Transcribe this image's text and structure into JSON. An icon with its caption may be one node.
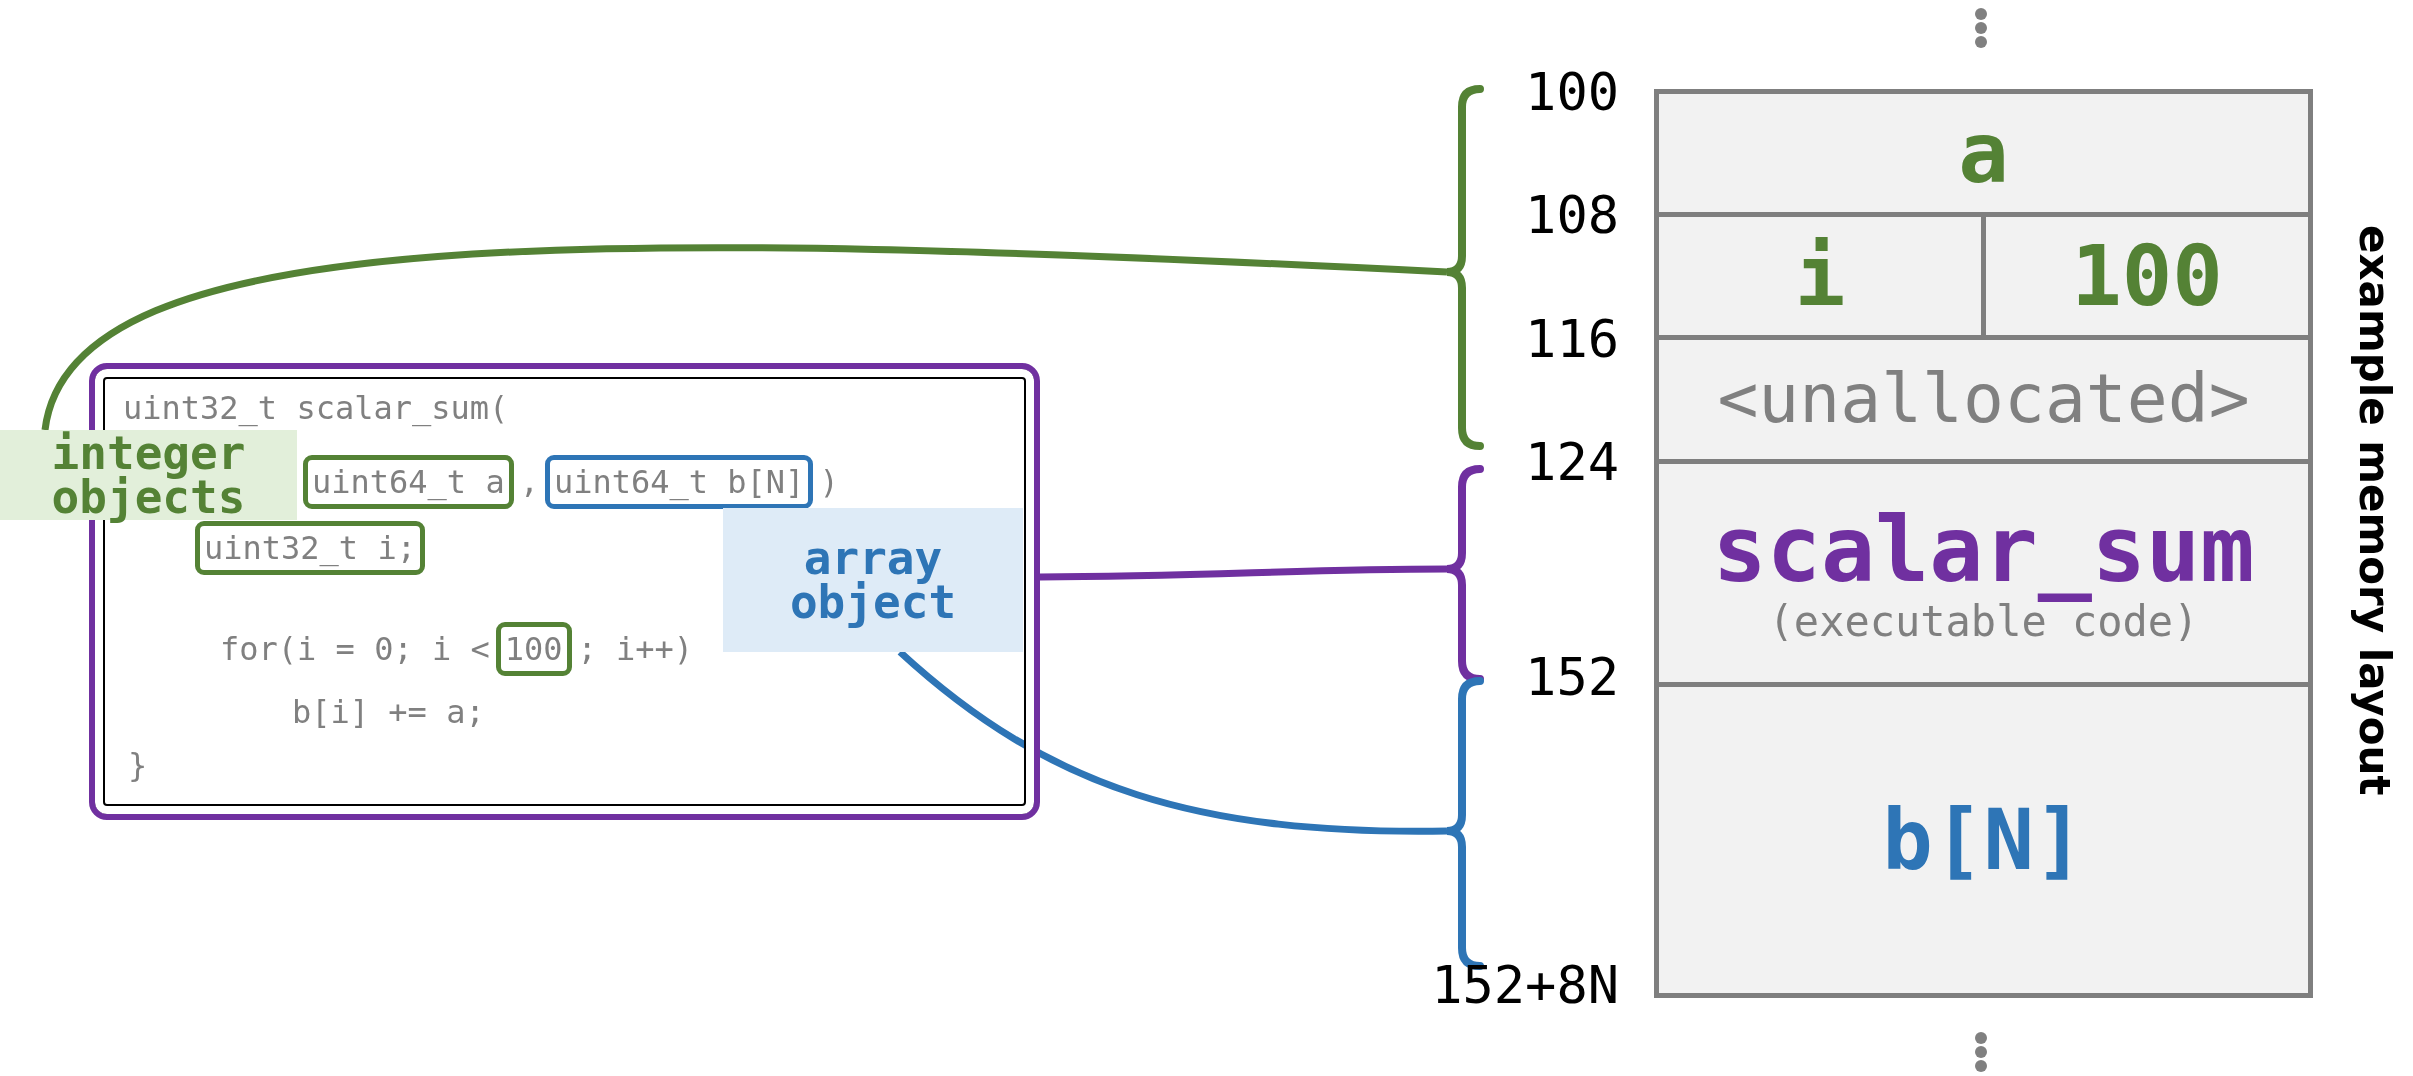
{
  "diagram": {
    "nodes": [
      {
        "text": [
          "uint32_t scalar_sum(",
          ",",
          ")",
          "for(i = 0; i <",
          "; i++)",
          "b[i] += a;",
          "}"
        ]
      },
      {
        "text": [
          "uint64_t a"
        ],
        "in": 0
      },
      {
        "text": [
          "uint64_t b[N]"
        ],
        "in": 0
      },
      {
        "text": [
          "uint32_t i;"
        ],
        "in": 0
      },
      {
        "text": [
          "100"
        ],
        "in": 0
      },
      {
        "text": [
          "integer objects"
        ]
      },
      {
        "text": [
          "array object"
        ],
        "in": 0
      },
      {
        "text": [],
        "shape": "bracket"
      },
      {
        "text": [],
        "shape": "bracket"
      },
      {
        "text": [],
        "shape": "bracket"
      },
      {
        "text": [
          "a"
        ]
      },
      {
        "text": [
          "i"
        ]
      },
      {
        "text": [
          "100"
        ]
      },
      {
        "text": [
          "<unallocated>"
        ]
      },
      {
        "text": [
          "scalar_sum",
          "(executable code)"
        ]
      },
      {
        "text": [
          "b[N]"
        ]
      }
    ],
    "edges": [
      {
        "from": 5,
        "to": 7,
        "arrow": "none",
        "color": "#548235"
      },
      {
        "from": 0,
        "to": 8,
        "arrow": "none",
        "color": "#7030a0"
      },
      {
        "from": 6,
        "to": 9,
        "arrow": "none",
        "color": "#2e75b6"
      }
    ],
    "labels": [
      "100",
      "108",
      "116",
      "124",
      "152",
      "152+8N",
      "example memory layout"
    ]
  }
}
